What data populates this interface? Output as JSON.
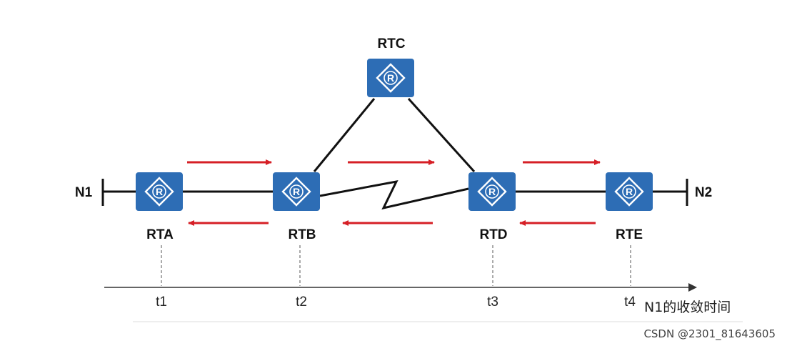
{
  "routers": [
    {
      "id": "rta",
      "label": "RTA",
      "icon": "router-icon",
      "icon_text": "R"
    },
    {
      "id": "rtb",
      "label": "RTB",
      "icon": "router-icon",
      "icon_text": "R"
    },
    {
      "id": "rtc",
      "label": "RTC",
      "icon": "router-icon",
      "icon_text": "R"
    },
    {
      "id": "rtd",
      "label": "RTD",
      "icon": "router-icon",
      "icon_text": "R"
    },
    {
      "id": "rte",
      "label": "RTE",
      "icon": "router-icon",
      "icon_text": "R"
    }
  ],
  "networks": {
    "left": "N1",
    "right": "N2"
  },
  "timeline": {
    "ticks": [
      "t1",
      "t2",
      "t3",
      "t4"
    ],
    "title": "N1的收敛时间"
  },
  "colors": {
    "router": "#2d6db5",
    "arrow": "#d61f26",
    "link": "#111111"
  },
  "watermark": "CSDN @2301_81643605"
}
